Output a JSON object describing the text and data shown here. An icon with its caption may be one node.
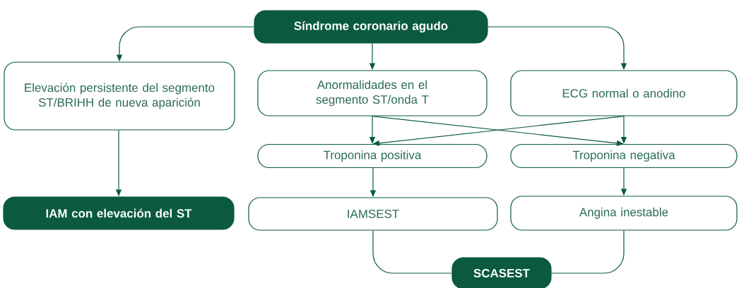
{
  "diagram": {
    "nodes": [
      {
        "text": [
          "Síndrome coronario agudo"
        ]
      },
      {
        "text": [
          "Elevación persistente del segmento ST/BRIHH de nueva aparición"
        ]
      },
      {
        "text": [
          "Anormalidades en el segmento ST/onda T"
        ]
      },
      {
        "text": [
          "ECG normal o anodino"
        ]
      },
      {
        "text": [
          "Troponina positiva"
        ]
      },
      {
        "text": [
          "Troponina negativa"
        ]
      },
      {
        "text": [
          "IAM con elevación del ST"
        ]
      },
      {
        "text": [
          "IAMSEST"
        ]
      },
      {
        "text": [
          "Angina inestable"
        ]
      },
      {
        "text": [
          "SCASEST"
        ]
      }
    ],
    "edges": [
      {
        "from": 0,
        "to": 1,
        "arrow": "to"
      },
      {
        "from": 0,
        "to": 2,
        "arrow": "to"
      },
      {
        "from": 0,
        "to": 3,
        "arrow": "to"
      },
      {
        "from": 1,
        "to": 6,
        "arrow": "to"
      },
      {
        "from": 2,
        "to": 4,
        "arrow": "to"
      },
      {
        "from": 2,
        "to": 5,
        "arrow": "to"
      },
      {
        "from": 3,
        "to": 4,
        "arrow": "to"
      },
      {
        "from": 3,
        "to": 5,
        "arrow": "to"
      },
      {
        "from": 4,
        "to": 7,
        "arrow": "to"
      },
      {
        "from": 5,
        "to": 8,
        "arrow": "to"
      },
      {
        "from": 7,
        "to": 9,
        "arrow": "none"
      },
      {
        "from": 8,
        "to": 9,
        "arrow": "none"
      }
    ]
  }
}
